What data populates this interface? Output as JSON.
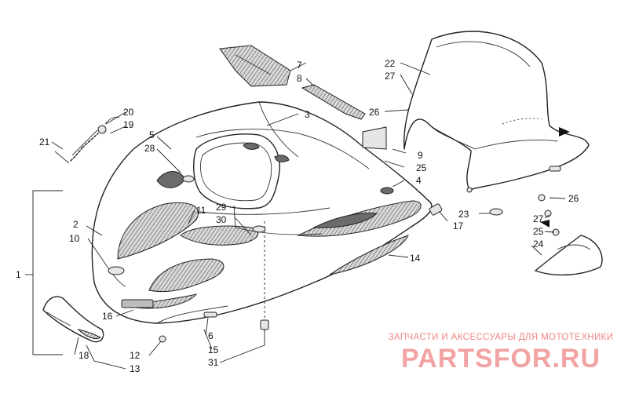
{
  "callouts": {
    "c1": "1",
    "c2": "2",
    "c3": "3",
    "c4": "4",
    "c5": "5",
    "c6": "6",
    "c7": "7",
    "c8": "8",
    "c9": "9",
    "c10": "10",
    "c11": "11",
    "c12": "12",
    "c13": "13",
    "c14": "14",
    "c15": "15",
    "c16": "16",
    "c17": "17",
    "c18": "18",
    "c19": "19",
    "c20": "20",
    "c21": "21",
    "c22": "22",
    "c23": "23",
    "c24": "24",
    "c25a": "25",
    "c25b": "25",
    "c26a": "26",
    "c26b": "26",
    "c27a": "27",
    "c27b": "27",
    "c28": "28",
    "c29": "29",
    "c30": "30",
    "c31": "31"
  },
  "watermark": {
    "tagline": "ЗАПЧАСТИ И АКСЕССУАРЫ ДЛЯ МОТОТЕХНИКИ",
    "logo": "PARTSFOR.RU"
  },
  "colors": {
    "line": "#222222",
    "watermark_tagline": "#f08585",
    "watermark_logo": "#f2a3a3"
  }
}
